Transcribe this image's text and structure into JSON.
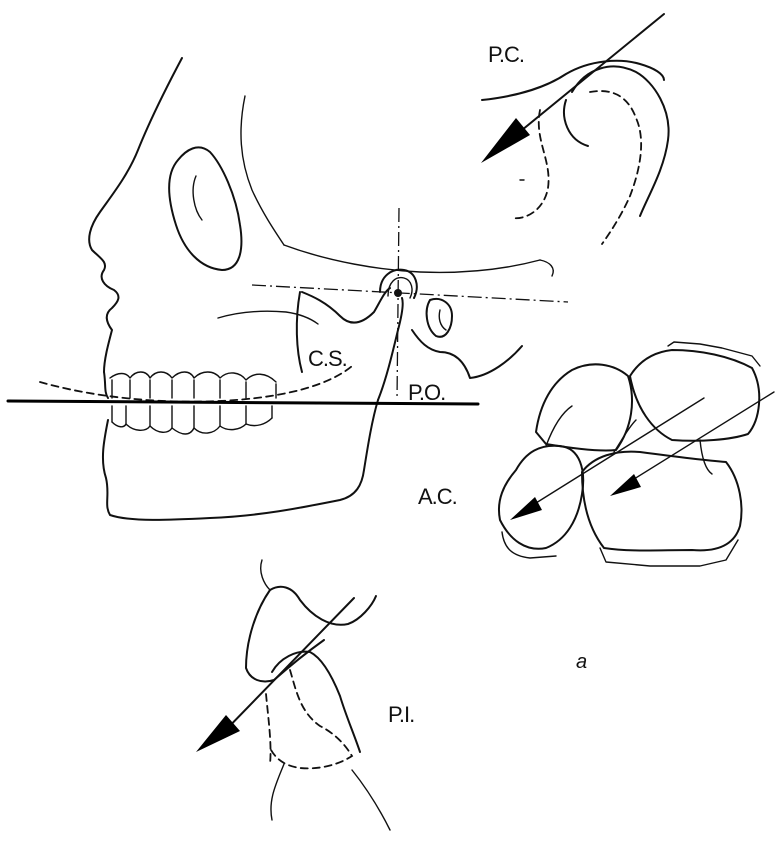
{
  "labels": {
    "pc": "P.C.",
    "cs": "C.S.",
    "po": "P.O.",
    "ac": "A.C.",
    "pi": "P.I.",
    "panel": "a"
  },
  "colors": {
    "ink": "#111111",
    "paper": "#ffffff"
  }
}
